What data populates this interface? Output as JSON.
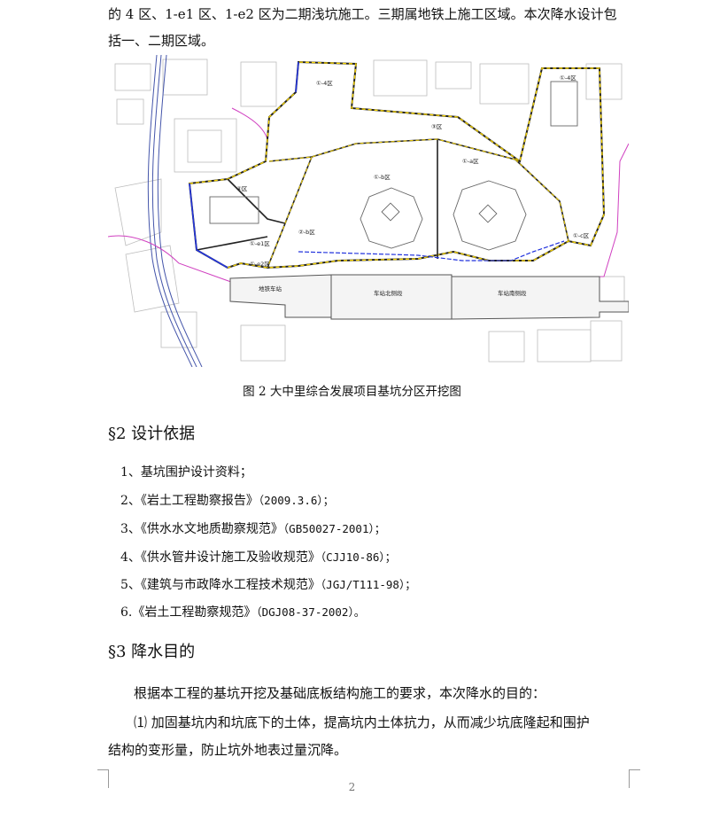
{
  "intro": {
    "line1": "的 4 区、1-e1 区、1-e2 区为二期浅坑施工。三期属地铁上施工区域。本次降水设计包",
    "line2": "括一、二期区域。"
  },
  "figure": {
    "caption": "图 2  大中里综合发展项目基坑分区开挖图",
    "labels": {
      "z4": "①-4区",
      "z3": "③区",
      "z1b": "①-b区",
      "z1a": "①-a区",
      "z4b": "④区",
      "z1e1": "①-e1区",
      "z1e2": "①-e2区",
      "z2b": "②-b区",
      "z1c": "①-c区",
      "st1": "地铁车站",
      "st2": "车站北侧段",
      "st3": "车站南侧段"
    }
  },
  "section2": {
    "heading": "§2  设计依据",
    "items": [
      {
        "prefix": "1、",
        "text": "基坑围护设计资料；",
        "code": ""
      },
      {
        "prefix": "2、",
        "text": "《岩土工程勘察报告》",
        "code": "（2009.3.6）；"
      },
      {
        "prefix": "3、",
        "text": "《供水水文地质勘察规范》",
        "code": "（GB50027-2001）；"
      },
      {
        "prefix": "4、",
        "text": "《供水管井设计施工及验收规范》",
        "code": "（CJJ10-86）；"
      },
      {
        "prefix": "5、",
        "text": "《建筑与市政降水工程技术规范》",
        "code": "（JGJ/T111-98）；"
      },
      {
        "prefix": "6.",
        "text": "《岩土工程勘察规范》",
        "code": "（DGJ08-37-2002）。"
      }
    ]
  },
  "section3": {
    "heading": "§3  降水目的",
    "body1": "根据本工程的基坑开挖及基础底板结构施工的要求，本次降水的目的：",
    "body2": "⑴ 加固基坑内和坑底下的土体，提高坑内土体抗力，从而减少坑底隆起和围护",
    "body3": "结构的变形量，防止坑外地表过量沉降。"
  },
  "page": {
    "number": "2"
  }
}
